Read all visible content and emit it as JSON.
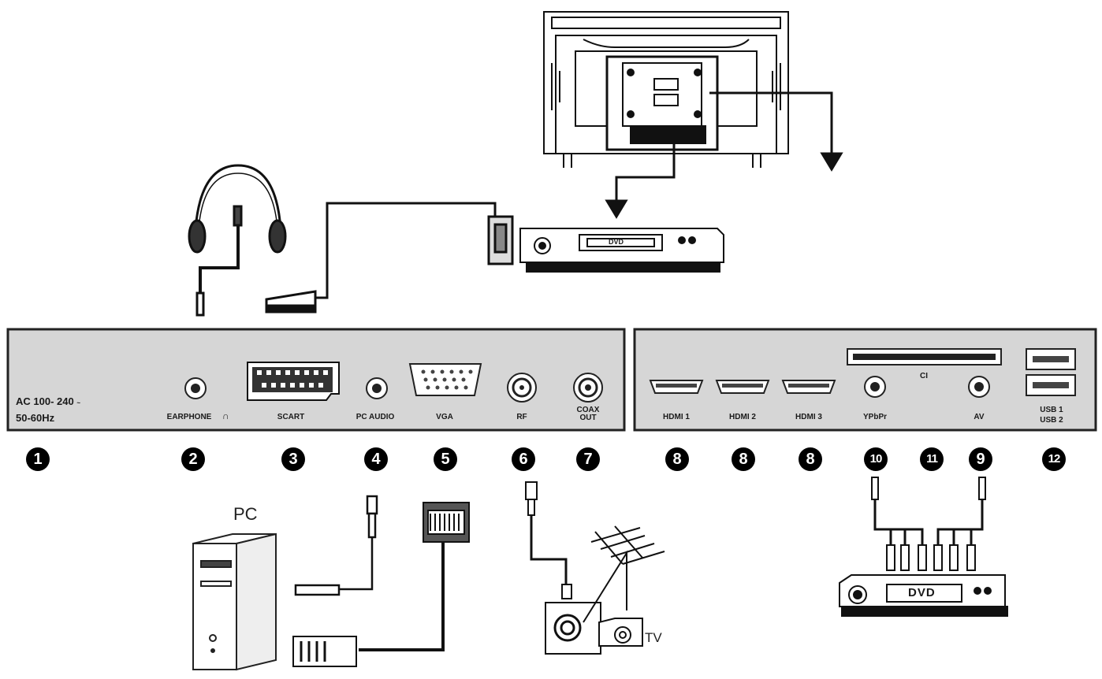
{
  "left_panel": {
    "power": {
      "line1": "AC 100- 240",
      "volt_mark": "~",
      "line2": "50-60Hz"
    },
    "ports": [
      {
        "id": "earphone",
        "label": "EARPHONE",
        "number": "2"
      },
      {
        "id": "scart",
        "label": "SCART",
        "number": "3"
      },
      {
        "id": "pc-audio",
        "label": "PC AUDIO",
        "number": "4"
      },
      {
        "id": "vga",
        "label": "VGA",
        "number": "5"
      },
      {
        "id": "rf",
        "label": "RF",
        "number": "6"
      },
      {
        "id": "coax",
        "label": "COAX\nOUT",
        "number": "7"
      }
    ],
    "power_number": "1"
  },
  "right_panel": {
    "ports": [
      {
        "id": "hdmi1",
        "label": "HDMI 1",
        "number": "8"
      },
      {
        "id": "hdmi2",
        "label": "HDMI 2",
        "number": "8"
      },
      {
        "id": "hdmi3",
        "label": "HDMI 3",
        "number": "8"
      },
      {
        "id": "ypbpr",
        "label": "YPbPr",
        "number": "10"
      },
      {
        "id": "av",
        "label": "AV",
        "number": "9"
      },
      {
        "id": "usb",
        "label": "USB 1\nUSB 2",
        "number": "12"
      }
    ],
    "ci_label": "CI",
    "ci_number": "11"
  },
  "devices": {
    "pc_label": "PC",
    "tv_label": "TV",
    "dvd_top_label": "DVD",
    "dvd_bottom_label": "DVD"
  }
}
